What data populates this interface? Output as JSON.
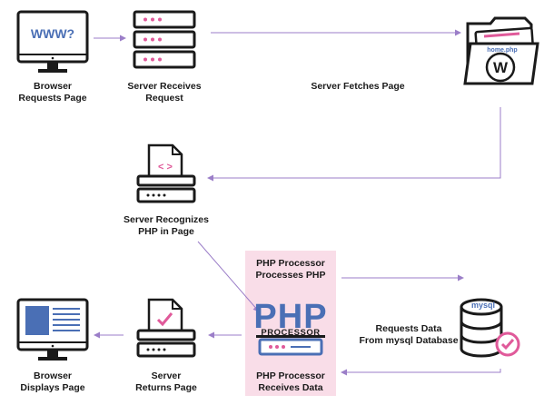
{
  "colors": {
    "ink": "#1a1a1a",
    "accent_pink": "#e05a9a",
    "accent_blue": "#4a6fb5",
    "arrow_purple": "#9b7ec8",
    "php_box_bg": "#f9dde8"
  },
  "nodes": {
    "browser_request": {
      "label_line1": "Browser",
      "label_line2": "Requests Page",
      "screen_text": "WWW?"
    },
    "server_receives": {
      "label_line1": "Server Receives",
      "label_line2": "Request"
    },
    "server_fetches": {
      "label": "Server Fetches Page"
    },
    "folder": {
      "file_label": "home.php",
      "logo_glyph": "W"
    },
    "server_recognizes": {
      "label_line1": "Server Recognizes",
      "label_line2": "PHP in Page",
      "code_glyph": "< >"
    },
    "php_processor": {
      "top_line1": "PHP Processor",
      "top_line2": "Processes PHP",
      "logo_text": "PHP",
      "logo_subtext": "PROCESSOR",
      "bottom_line1": "PHP Processor",
      "bottom_line2": "Receives Data"
    },
    "mysql": {
      "db_label": "mysql",
      "label_line1": "Requests Data",
      "label_line2": "From mysql Database"
    },
    "server_returns": {
      "label_line1": "Server",
      "label_line2": "Returns Page"
    },
    "browser_displays": {
      "label_line1": "Browser",
      "label_line2": "Displays Page"
    }
  },
  "icons": {
    "monitor_request": "monitor-icon",
    "server_stack": "server-icon",
    "folder": "folder-icon",
    "wordpress": "wordpress-icon",
    "code_file": "code-file-icon",
    "check_file": "check-file-icon",
    "database": "database-icon",
    "check_badge": "check-badge-icon",
    "monitor_display": "monitor-icon"
  }
}
